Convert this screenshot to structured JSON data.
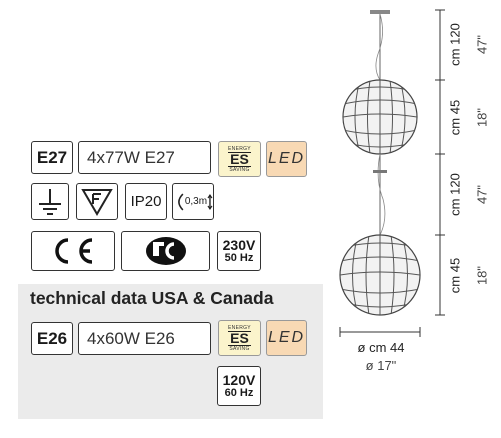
{
  "eu": {
    "socket": "E27",
    "bulbs": "4x77W E27",
    "es_top": "ENERGY",
    "es_main": "ES",
    "es_bottom": "SAVING",
    "led": "LED",
    "ip": "IP20",
    "distance": "0,3m",
    "voltage": "230V",
    "frequency": "50 Hz",
    "ce": "CE",
    "gost": "PCT"
  },
  "usa": {
    "title": "technical data USA & Canada",
    "socket": "E26",
    "bulbs": "4x60W E26",
    "es_top": "ENERGY",
    "es_main": "ES",
    "es_bottom": "SAVING",
    "led": "LED",
    "voltage": "120V",
    "frequency": "60 Hz"
  },
  "dimensions": {
    "cable1_cm": "cm 120",
    "cable1_in": "47\"",
    "sphere1_cm": "cm 45",
    "sphere1_in": "18\"",
    "cable2_cm": "cm 120",
    "cable2_in": "47\"",
    "sphere2_cm": "cm 45",
    "sphere2_in": "18\"",
    "diameter_cm": "ø cm 44",
    "diameter_in": "ø 17\""
  }
}
